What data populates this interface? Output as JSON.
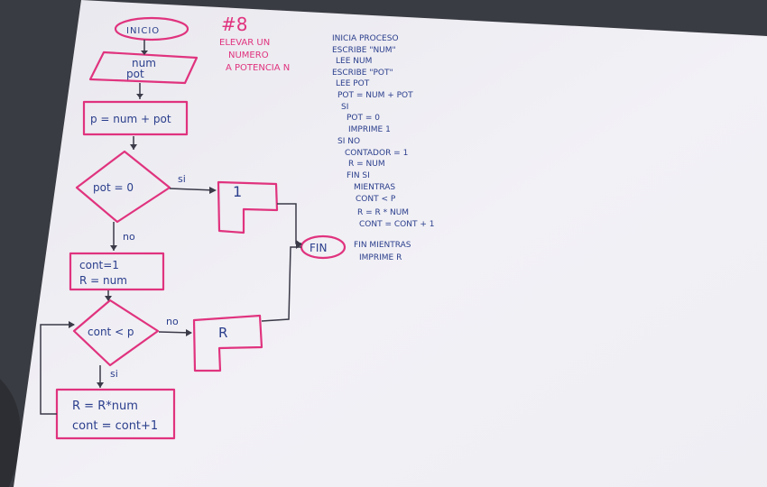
{
  "colors": {
    "paper": "#f1f0f5",
    "ink": "#2a3e8c",
    "flow_outline": "#e0337e",
    "line": "#3a3a48",
    "background": "#383a41"
  },
  "flowchart": {
    "start_label": "INICIO",
    "input_lines": [
      "num",
      "pot"
    ],
    "process_p": "p = num + pot",
    "decision_pot": "pot = 0",
    "yes_label": "si",
    "no_label": "no",
    "output_one": "1",
    "init_lines": [
      "cont=1",
      "R = num"
    ],
    "decision_cont": "cont < p",
    "no_label_2": "no",
    "output_r": "R",
    "yes_label_2": "si",
    "loop_lines": [
      "R = R*num",
      "cont = cont+1"
    ],
    "end_label": "FIN"
  },
  "header": {
    "number": "#8",
    "title_lines": [
      "ELEVAR UN",
      "NUMERO",
      "A POTENCIA N"
    ]
  },
  "pseudocode": [
    "INICIA PROCESO",
    "ESCRIBE \"NUM\"",
    "LEE NUM",
    "ESCRIBE \"POT\"",
    "LEE POT",
    "POT = NUM + POT",
    "SI",
    "POT = 0",
    "IMPRIME 1",
    "SI NO",
    "CONTADOR = 1",
    "R = NUM",
    "FIN SI",
    "MIENTRAS",
    "CONT < P",
    "R = R * NUM",
    "CONT = CONT + 1",
    "FIN MIENTRAS",
    "IMPRIME R"
  ]
}
